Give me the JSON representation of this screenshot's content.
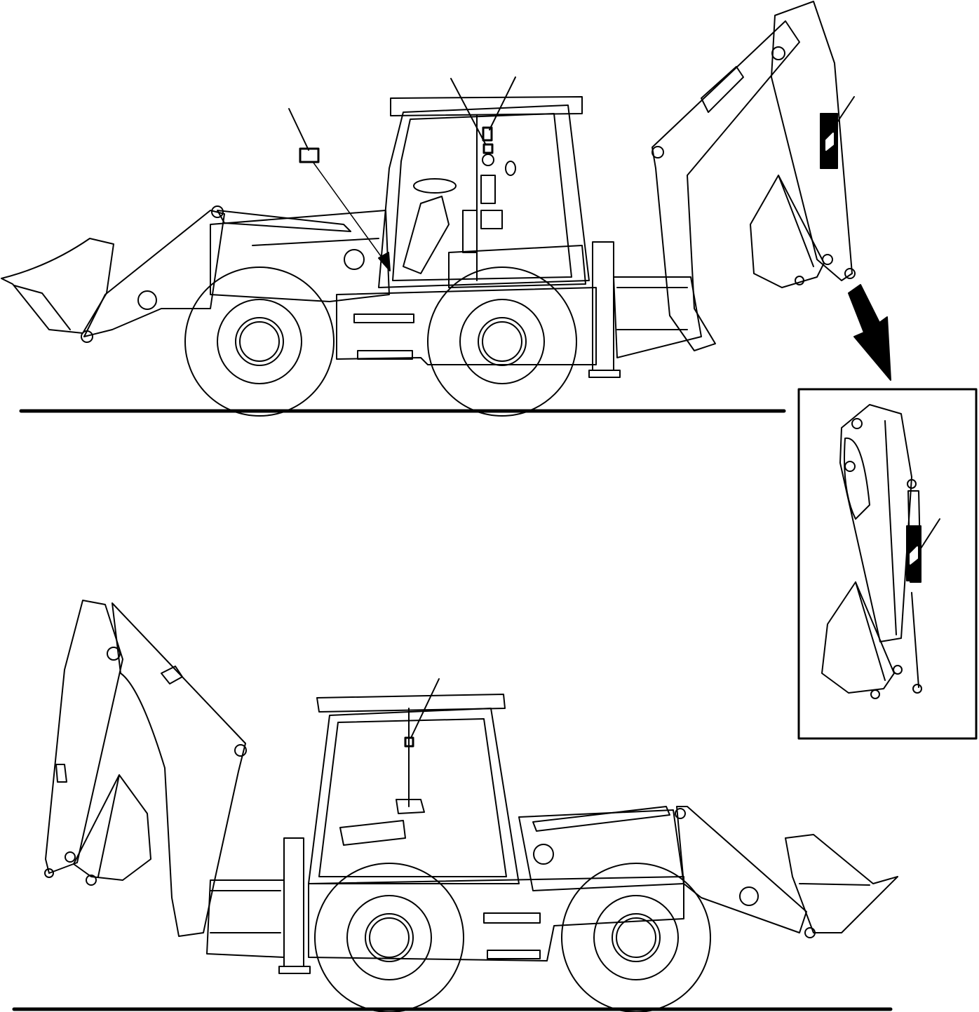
{
  "figure": {
    "views": [
      "left-side-view",
      "right-side-view",
      "detail-inset"
    ],
    "callout_markers": 6,
    "colors": {
      "line": "#000000",
      "background": "#ffffff",
      "decal_fill": "#000000"
    },
    "icons": [
      "pointer-arrow-icon",
      "label-marker-icon"
    ]
  }
}
